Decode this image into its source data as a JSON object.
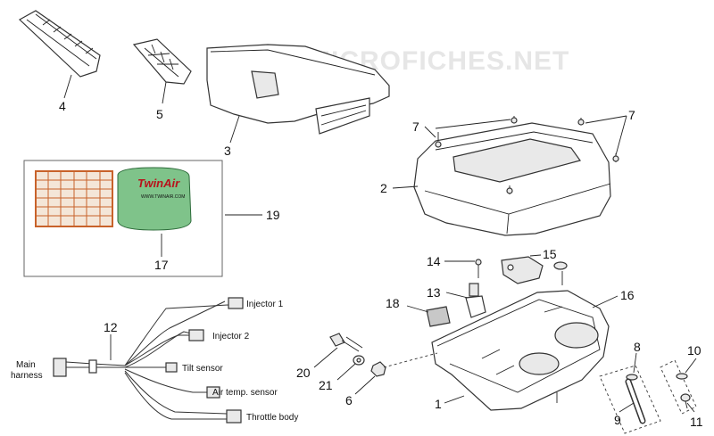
{
  "watermark": "MICROFICHES.NET",
  "brand_logo_text": "TwinAir",
  "brand_logo_url": "WWW.TWINAIR.COM",
  "part_numbers": {
    "p1": "1",
    "p2": "2",
    "p3": "3",
    "p4": "4",
    "p5": "5",
    "p6": "6",
    "p7a": "7",
    "p7b": "7",
    "p8": "8",
    "p9": "9",
    "p10": "10",
    "p11": "11",
    "p12": "12",
    "p13": "13",
    "p14": "14",
    "p15": "15",
    "p16": "16",
    "p17": "17",
    "p18": "18",
    "p19": "19",
    "p20": "20",
    "p21": "21"
  },
  "labels": {
    "main_harness_line1": "Main",
    "main_harness_line2": "harness",
    "injector_1": "Injector 1",
    "injector_2": "Injector 2",
    "tilt_sensor": "Tilt sensor",
    "air_temp_sensor": "Air temp. sensor",
    "throttle_body": "Throttle body"
  }
}
